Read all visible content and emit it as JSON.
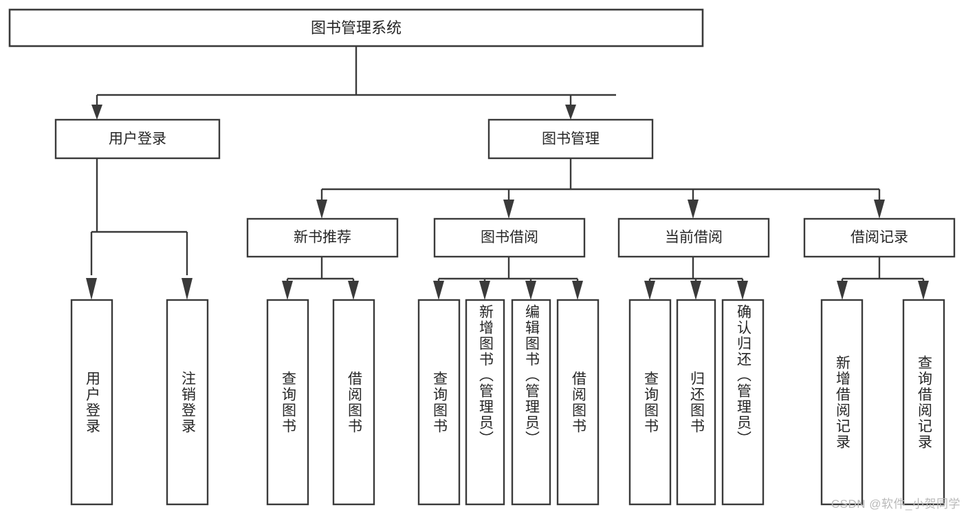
{
  "diagram": {
    "type": "tree",
    "title": "图书管理系统",
    "orientation": "top-down",
    "colors": {
      "box_stroke": "#3a3a3a",
      "box_fill": "#ffffff",
      "connector": "#3a3a3a",
      "label_text": "#262626",
      "watermark_text": "#b9b9b9",
      "background": "#ffffff"
    },
    "root": {
      "label": "图书管理系统"
    },
    "level1": [
      {
        "label": "用户登录"
      },
      {
        "label": "图书管理"
      }
    ],
    "level2": [
      {
        "label": "新书推荐"
      },
      {
        "label": "图书借阅"
      },
      {
        "label": "当前借阅"
      },
      {
        "label": "借阅记录"
      }
    ],
    "leaves": [
      {
        "label": "用户登录",
        "parent": "用户登录"
      },
      {
        "label": "注销登录",
        "parent": "用户登录"
      },
      {
        "label": "查询图书",
        "parent": "新书推荐"
      },
      {
        "label": "借阅图书",
        "parent": "新书推荐"
      },
      {
        "label": "查询图书",
        "parent": "图书借阅"
      },
      {
        "label": "新增图书（管理员）",
        "parent": "图书借阅"
      },
      {
        "label": "编辑图书（管理员）",
        "parent": "图书借阅"
      },
      {
        "label": "借阅图书",
        "parent": "图书借阅"
      },
      {
        "label": "查询图书",
        "parent": "当前借阅"
      },
      {
        "label": "归还图书",
        "parent": "当前借阅"
      },
      {
        "label": "确认归还（管理员）",
        "parent": "当前借阅"
      },
      {
        "label": "新增借阅记录",
        "parent": "借阅记录"
      },
      {
        "label": "查询借阅记录",
        "parent": "借阅记录"
      }
    ],
    "watermark": "CSDN @软件_小贺同学"
  }
}
